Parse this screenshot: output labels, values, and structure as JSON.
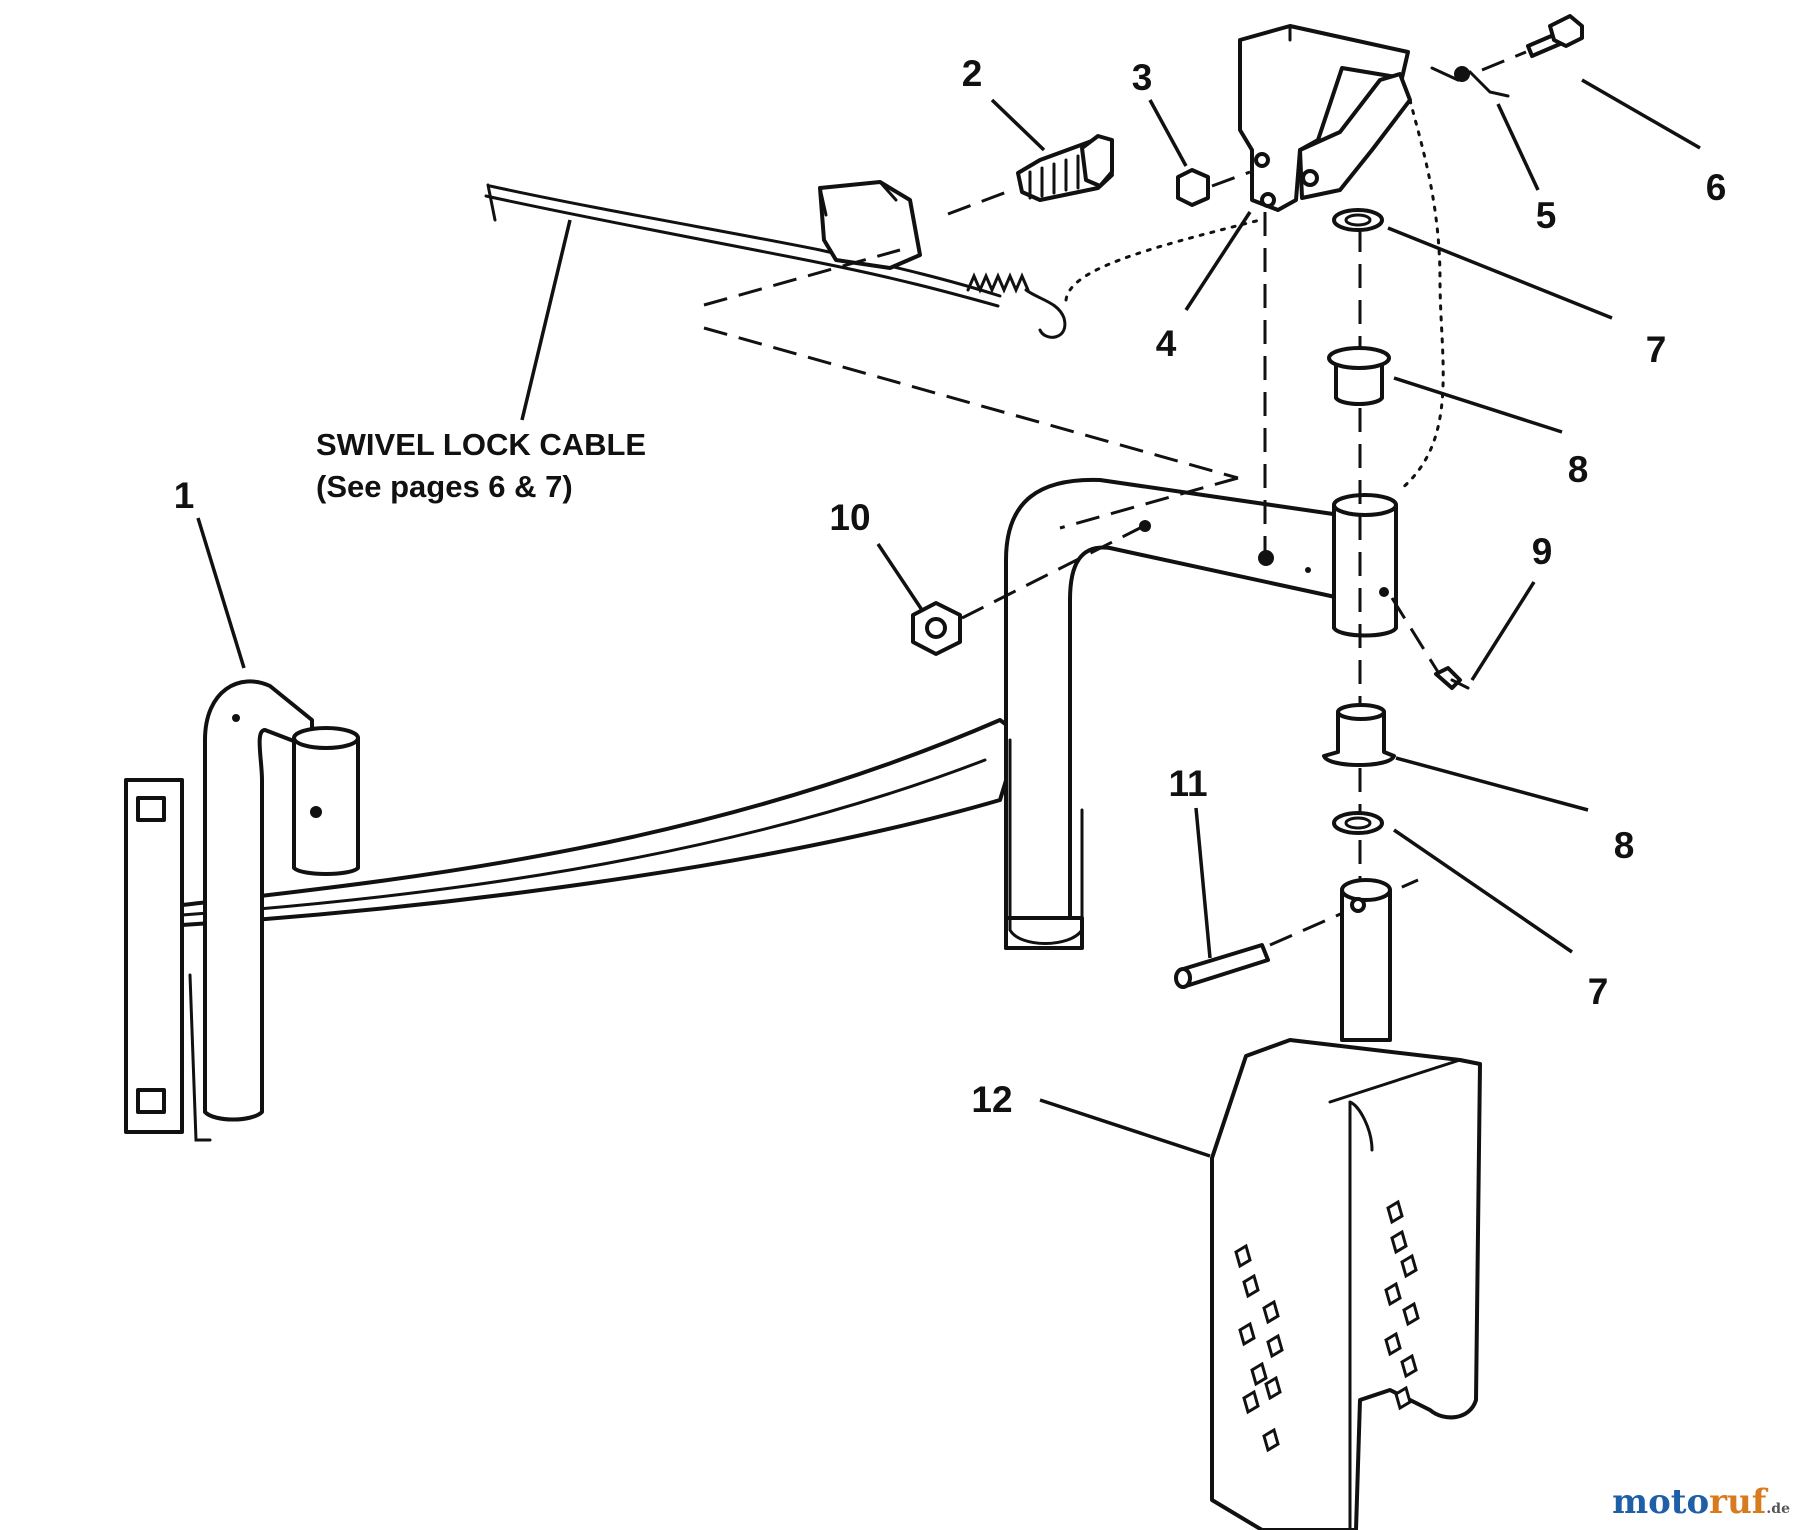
{
  "diagram": {
    "callouts": [
      "1",
      "2",
      "3",
      "4",
      "5",
      "6",
      "7",
      "7",
      "8",
      "8",
      "9",
      "10",
      "11",
      "12"
    ],
    "cable_label": {
      "line1": "SWIVEL LOCK CABLE",
      "line2": "(See pages 6 & 7)"
    }
  },
  "watermark": {
    "brand_a": "moto",
    "brand_b": "ruf",
    "suffix": ".de"
  }
}
